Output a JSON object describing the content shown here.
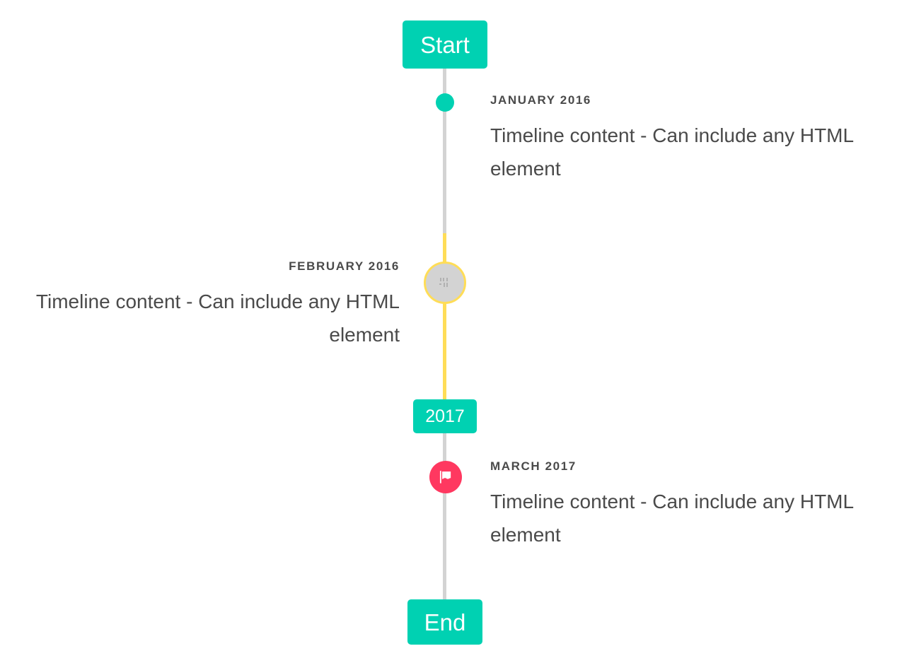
{
  "colors": {
    "primary_teal": "#00d1b2",
    "warning_yellow": "#ffdd57",
    "danger_red": "#ff3860",
    "line_grey": "#d3d3d3",
    "text_grey": "#4a4a4a",
    "background": "#ffffff"
  },
  "timeline": {
    "header_badge": {
      "label": "Start"
    },
    "mid_badge": {
      "label": "2017"
    },
    "footer_badge": {
      "label": "End"
    },
    "items": [
      {
        "id": "january-2016",
        "heading": "JANUARY 2016",
        "body": "Timeline content - Can include any HTML element",
        "side": "right",
        "marker": {
          "type": "dot",
          "icon": "dot-icon",
          "color": "#00d1b2"
        },
        "connector_color": "#d3d3d3"
      },
      {
        "id": "february-2016",
        "heading": "FEBRUARY 2016",
        "body": "Timeline content - Can include any HTML element",
        "side": "left",
        "marker": {
          "type": "image",
          "icon": "broken-image-icon",
          "color": "#d3d3d3",
          "ring_color": "#ffdd57"
        },
        "connector_color": "#ffdd57"
      },
      {
        "id": "march-2017",
        "heading": "MARCH 2017",
        "body": "Timeline content - Can include any HTML element",
        "side": "right",
        "marker": {
          "type": "icon",
          "icon": "flag-icon",
          "color": "#ff3860"
        },
        "connector_color": "#d3d3d3"
      }
    ]
  }
}
